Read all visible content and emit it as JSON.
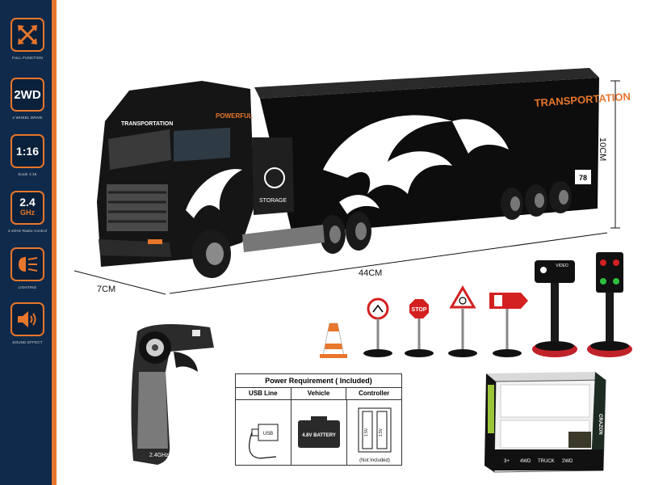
{
  "features": [
    {
      "icon": "cross-arrows-icon",
      "label": "",
      "caption": "FULL FUNCTION"
    },
    {
      "icon": "",
      "label": "2WD",
      "caption": "2 WHEEL DRIVE"
    },
    {
      "icon": "",
      "label": "1:16",
      "caption": "Scale 1:16"
    },
    {
      "icon": "",
      "label": "2.4",
      "sublabel": "GHz",
      "caption": "2.4GHz Radio Control"
    },
    {
      "icon": "headlight-icon",
      "label": "",
      "caption": "LIGHTING"
    },
    {
      "icon": "speaker-icon",
      "label": "",
      "caption": "SOUND EFFECT"
    }
  ],
  "truck": {
    "cab_text": "POWERFUL",
    "cab_brand": "TRANSPORTATION",
    "trailer_text": "TRANSPORTATION",
    "side_box": "STORAGE",
    "badge": "78"
  },
  "dimensions": {
    "height": "10CM",
    "length": "44CM",
    "width": "7CM"
  },
  "controller_label": "2.4GHz",
  "accessories": {
    "stop_sign": "STOP",
    "video_label": "VIDEO"
  },
  "power_table": {
    "title": "Power Requirement ( Included)",
    "columns": [
      "USB Line",
      "Vehicle",
      "Controller"
    ],
    "usb_text": "USB",
    "battery_text": "4.8V BATTERY",
    "cell_text": "1.5V",
    "note": "(Not Included)"
  },
  "package": {
    "brand": "CRAZON",
    "badges": [
      "3+",
      "4WD",
      "TRUCK",
      "2WD"
    ]
  }
}
